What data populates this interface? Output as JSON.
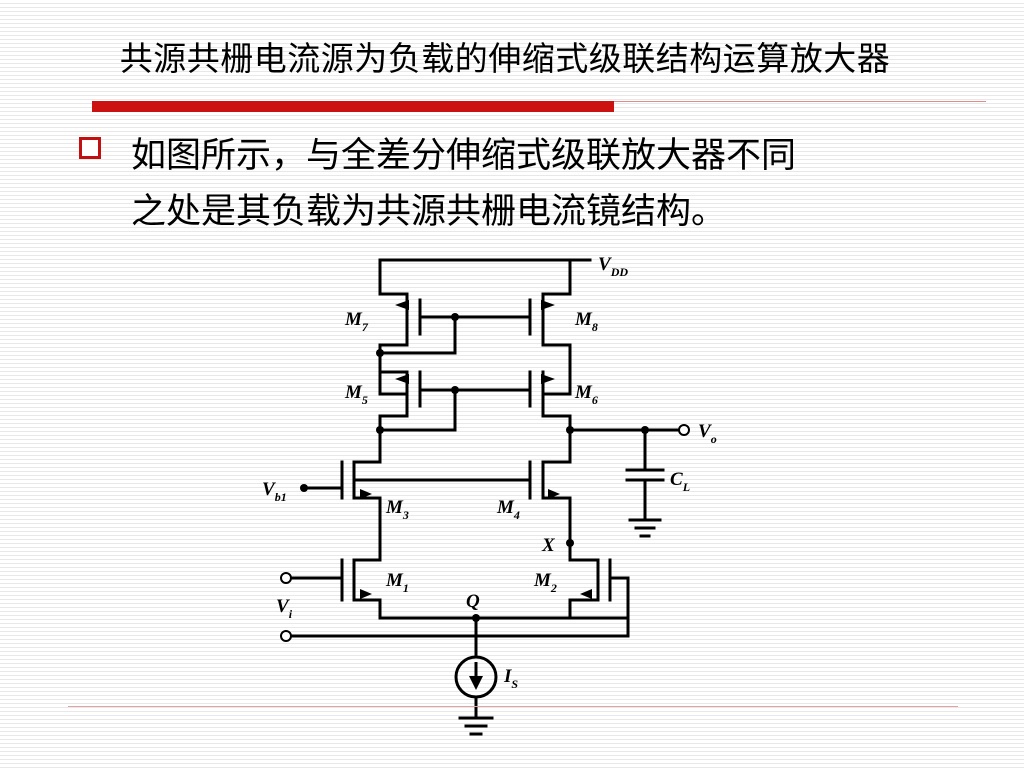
{
  "slide": {
    "title": "共源共栅电流源为负载的伸缩式级联结构运算放大器",
    "bullet": {
      "line1": "如图所示，与全差分伸缩式级联放大器不同",
      "line2": "之处是其负载为共源共栅电流镜结构。"
    }
  },
  "circuit": {
    "vdd": {
      "main": "V",
      "sub": "DD"
    },
    "m7": {
      "main": "M",
      "sub": "7"
    },
    "m8": {
      "main": "M",
      "sub": "8"
    },
    "m5": {
      "main": "M",
      "sub": "5"
    },
    "m6": {
      "main": "M",
      "sub": "6"
    },
    "vo": {
      "main": "V",
      "sub": "o"
    },
    "cl": {
      "main": "C",
      "sub": "L"
    },
    "vb1": {
      "main": "V",
      "sub": "b1"
    },
    "m3": {
      "main": "M",
      "sub": "3"
    },
    "m4": {
      "main": "M",
      "sub": "4"
    },
    "x": "X",
    "m1": {
      "main": "M",
      "sub": "1"
    },
    "m2": {
      "main": "M",
      "sub": "2"
    },
    "q": "Q",
    "vi": {
      "main": "V",
      "sub": "i"
    },
    "is": {
      "main": "I",
      "sub": "S"
    }
  },
  "colors": {
    "accent_red": "#cc1111",
    "bullet_red": "#c01010",
    "wire": "#000000"
  }
}
